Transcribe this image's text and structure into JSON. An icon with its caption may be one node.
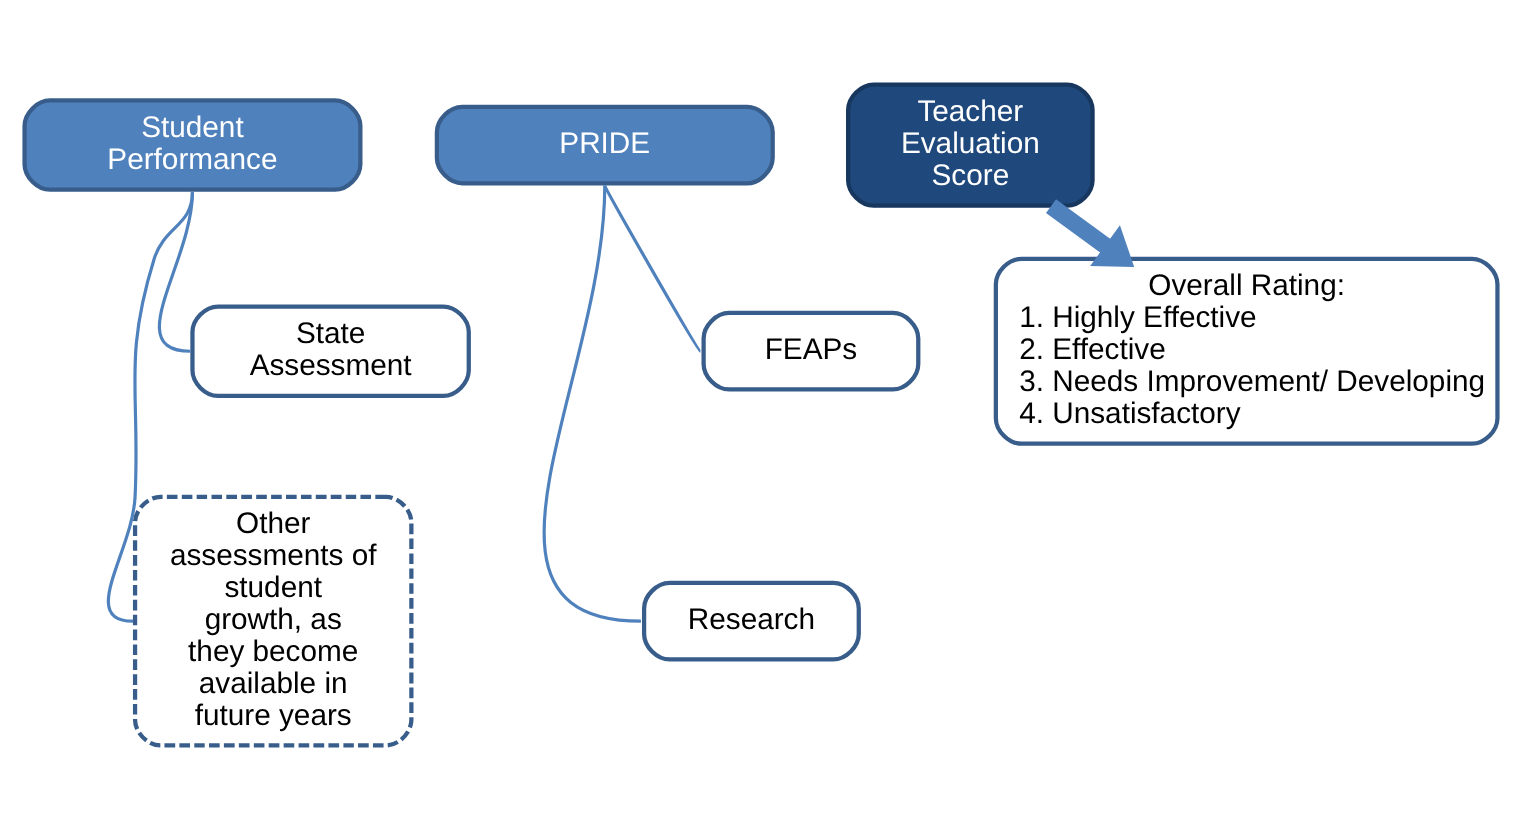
{
  "diagram": {
    "nodes": [
      {
        "text": [
          "Student Performance"
        ]
      },
      {
        "text": [
          "State Assessment"
        ]
      },
      {
        "text": [
          "Other assessments of student growth, as they become available in future years"
        ]
      },
      {
        "text": [
          "PRIDE"
        ]
      },
      {
        "text": [
          "FEAPs"
        ]
      },
      {
        "text": [
          "Research"
        ]
      },
      {
        "text": [
          "Teacher Evaluation Score"
        ]
      },
      {
        "text": [
          "Overall Rating:",
          "1. Highly Effective",
          "2. Effective",
          "3. Needs Improvement/ Developing",
          "4. Unsatisfactory"
        ]
      }
    ],
    "edges": [
      {
        "from": 0,
        "to": 1,
        "arrow": "none"
      },
      {
        "from": 0,
        "to": 2,
        "arrow": "none"
      },
      {
        "from": 3,
        "to": 4,
        "arrow": "none"
      },
      {
        "from": 3,
        "to": 5,
        "arrow": "none"
      },
      {
        "from": 6,
        "to": 7,
        "arrow": "to",
        "style": "thick"
      }
    ]
  }
}
